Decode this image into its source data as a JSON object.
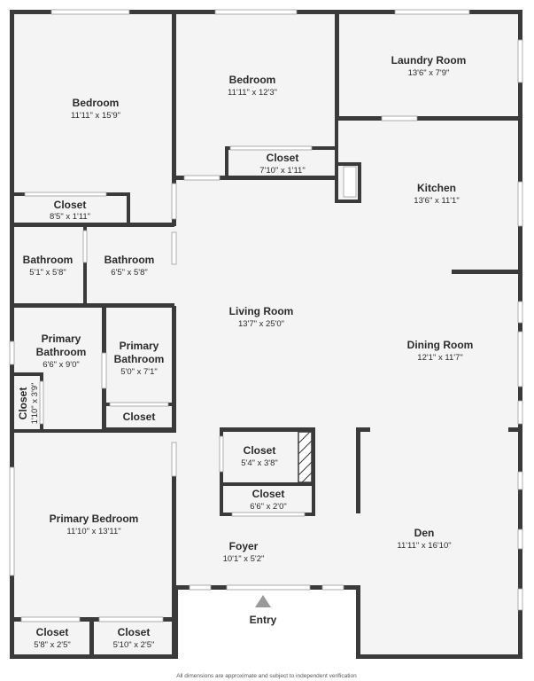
{
  "rooms": {
    "bedroom_1": {
      "name": "Bedroom",
      "dims": "11'11\" x 15'9\""
    },
    "bedroom_2": {
      "name": "Bedroom",
      "dims": "11'11\" x 12'3\""
    },
    "laundry": {
      "name": "Laundry Room",
      "dims": "13'6\" x 7'9\""
    },
    "closet_bed2": {
      "name": "Closet",
      "dims": "7'10\" x 1'11\""
    },
    "kitchen": {
      "name": "Kitchen",
      "dims": "13'6\" x 11'1\""
    },
    "closet_bed1": {
      "name": "Closet",
      "dims": "8'5\" x 1'11\""
    },
    "bathroom_1": {
      "name": "Bathroom",
      "dims": "5'1\" x 5'8\""
    },
    "bathroom_2": {
      "name": "Bathroom",
      "dims": "6'5\" x 5'8\""
    },
    "living": {
      "name": "Living Room",
      "dims": "13'7\" x 25'0\""
    },
    "primary_bath_1": {
      "name_line1": "Primary",
      "name_line2": "Bathroom",
      "dims": "6'6\" x 9'0\""
    },
    "primary_bath_2": {
      "name_line1": "Primary",
      "name_line2": "Bathroom",
      "dims": "5'0\" x 7'1\""
    },
    "dining": {
      "name": "Dining Room",
      "dims": "12'1\" x 11'7\""
    },
    "closet_side": {
      "name": "Closet",
      "dims": "1'10\" x 3'9\""
    },
    "closet_pb2": {
      "name": "Closet"
    },
    "closet_center_1": {
      "name": "Closet",
      "dims": "5'4\" x 3'8\""
    },
    "closet_center_2": {
      "name": "Closet",
      "dims": "6'6\" x 2'0\""
    },
    "primary_bedroom": {
      "name": "Primary Bedroom",
      "dims": "11'10\" x 13'11\""
    },
    "den": {
      "name": "Den",
      "dims": "11'11\" x 16'10\""
    },
    "foyer": {
      "name": "Foyer",
      "dims": "10'1\" x 5'2\""
    },
    "entry": {
      "name": "Entry"
    },
    "closet_bottom_1": {
      "name": "Closet",
      "dims": "5'8\" x 2'5\""
    },
    "closet_bottom_2": {
      "name": "Closet",
      "dims": "5'10\" x 2'5\""
    }
  },
  "footer": {
    "disclaimer": "All dimensions are approximate and subject to independent verification"
  },
  "colors": {
    "wall": "#3a3a3a",
    "floor": "#f4f4f4",
    "window": "#ffffff"
  }
}
